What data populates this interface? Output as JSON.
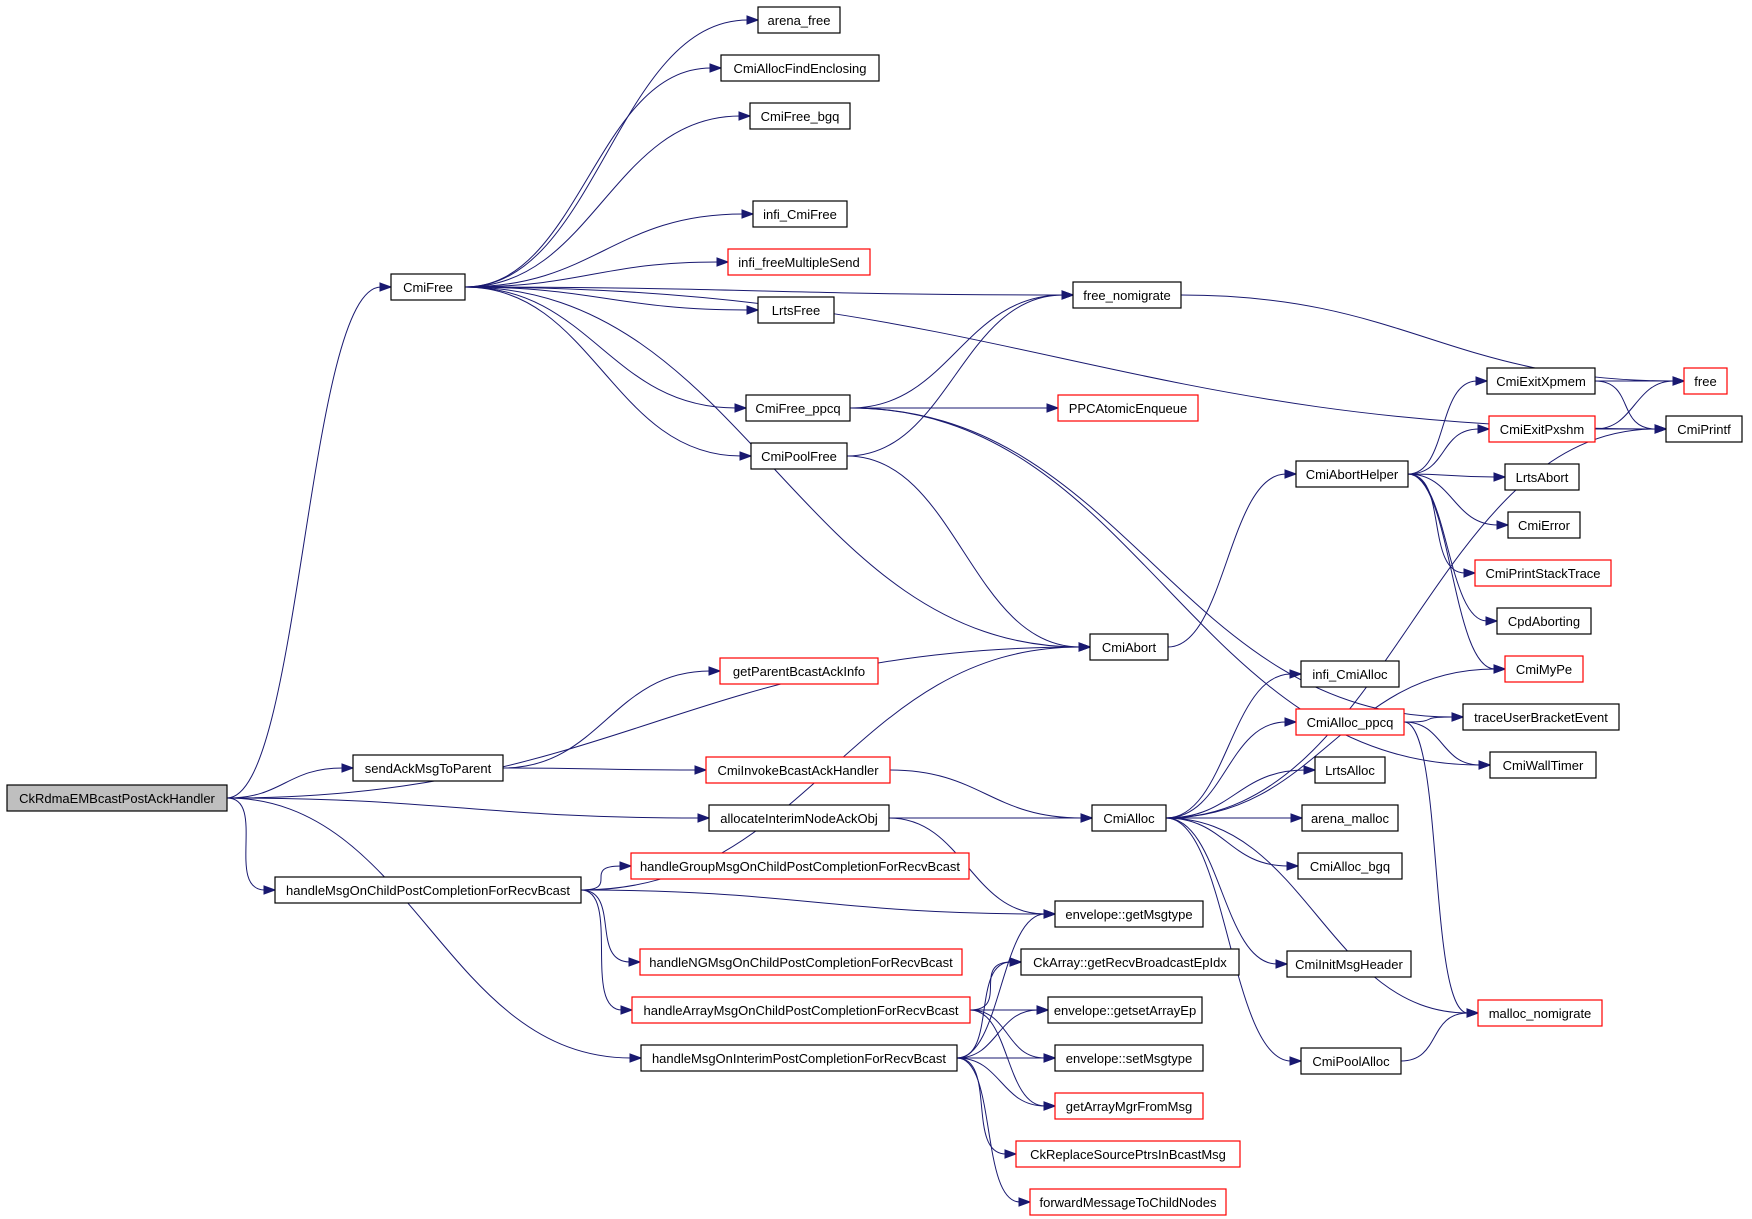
{
  "title": "Call graph of CkRdmaEMBcastPostAckHandler",
  "colors": {
    "edge": "#191970",
    "node_border": "#000000",
    "incomplete_border": "#ff0000",
    "root_fill": "#bfbfbf"
  },
  "nodes": [
    {
      "id": "root",
      "label": "CkRdmaEMBcastPostAckHandler",
      "style": "root"
    },
    {
      "id": "CmiFree",
      "label": "CmiFree",
      "style": "normal"
    },
    {
      "id": "arena_free",
      "label": "arena_free",
      "style": "normal"
    },
    {
      "id": "CmiAllocFindEnclosing",
      "label": "CmiAllocFindEnclosing",
      "style": "normal"
    },
    {
      "id": "CmiFree_bgq",
      "label": "CmiFree_bgq",
      "style": "normal"
    },
    {
      "id": "infi_CmiFree",
      "label": "infi_CmiFree",
      "style": "normal"
    },
    {
      "id": "infi_freeMultipleSend",
      "label": "infi_freeMultipleSend",
      "style": "red"
    },
    {
      "id": "LrtsFree",
      "label": "LrtsFree",
      "style": "normal"
    },
    {
      "id": "free_nomigrate",
      "label": "free_nomigrate",
      "style": "normal"
    },
    {
      "id": "CmiFree_ppcq",
      "label": "CmiFree_ppcq",
      "style": "normal"
    },
    {
      "id": "PPCAtomicEnqueue",
      "label": "PPCAtomicEnqueue",
      "style": "red"
    },
    {
      "id": "CmiPoolFree",
      "label": "CmiPoolFree",
      "style": "normal"
    },
    {
      "id": "free",
      "label": "free",
      "style": "red"
    },
    {
      "id": "CmiPrintf",
      "label": "CmiPrintf",
      "style": "normal"
    },
    {
      "id": "CmiExitXpmem",
      "label": "CmiExitXpmem",
      "style": "normal"
    },
    {
      "id": "CmiExitPxshm",
      "label": "CmiExitPxshm",
      "style": "red"
    },
    {
      "id": "CmiAbortHelper",
      "label": "CmiAbortHelper",
      "style": "normal"
    },
    {
      "id": "LrtsAbort",
      "label": "LrtsAbort",
      "style": "normal"
    },
    {
      "id": "CmiError",
      "label": "CmiError",
      "style": "normal"
    },
    {
      "id": "CmiPrintStackTrace",
      "label": "CmiPrintStackTrace",
      "style": "red"
    },
    {
      "id": "CpdAborting",
      "label": "CpdAborting",
      "style": "normal"
    },
    {
      "id": "CmiAbort",
      "label": "CmiAbort",
      "style": "normal"
    },
    {
      "id": "CmiMyPe",
      "label": "CmiMyPe",
      "style": "red"
    },
    {
      "id": "getParentBcastAckInfo",
      "label": "getParentBcastAckInfo",
      "style": "red"
    },
    {
      "id": "infi_CmiAlloc",
      "label": "infi_CmiAlloc",
      "style": "normal"
    },
    {
      "id": "CmiAlloc_ppcq",
      "label": "CmiAlloc_ppcq",
      "style": "red"
    },
    {
      "id": "traceUserBracketEvent",
      "label": "traceUserBracketEvent",
      "style": "normal"
    },
    {
      "id": "sendAckMsgToParent",
      "label": "sendAckMsgToParent",
      "style": "normal"
    },
    {
      "id": "CmiInvokeBcastAckHandler",
      "label": "CmiInvokeBcastAckHandler",
      "style": "red"
    },
    {
      "id": "LrtsAlloc",
      "label": "LrtsAlloc",
      "style": "normal"
    },
    {
      "id": "CmiWallTimer",
      "label": "CmiWallTimer",
      "style": "normal"
    },
    {
      "id": "allocateInterimNodeAckObj",
      "label": "allocateInterimNodeAckObj",
      "style": "normal"
    },
    {
      "id": "CmiAlloc",
      "label": "CmiAlloc",
      "style": "normal"
    },
    {
      "id": "arena_malloc",
      "label": "arena_malloc",
      "style": "normal"
    },
    {
      "id": "handleGroupMsg",
      "label": "handleGroupMsgOnChildPostCompletionForRecvBcast",
      "style": "red"
    },
    {
      "id": "CmiAlloc_bgq",
      "label": "CmiAlloc_bgq",
      "style": "normal"
    },
    {
      "id": "handleMsgOnChild",
      "label": "handleMsgOnChildPostCompletionForRecvBcast",
      "style": "normal"
    },
    {
      "id": "getMsgtype",
      "label": "envelope::getMsgtype",
      "style": "normal"
    },
    {
      "id": "handleNGMsg",
      "label": "handleNGMsgOnChildPostCompletionForRecvBcast",
      "style": "red"
    },
    {
      "id": "getRecvBroadcastEpIdx",
      "label": "CkArray::getRecvBroadcastEpIdx",
      "style": "normal"
    },
    {
      "id": "CmiInitMsgHeader",
      "label": "CmiInitMsgHeader",
      "style": "normal"
    },
    {
      "id": "handleArrayMsg",
      "label": "handleArrayMsgOnChildPostCompletionForRecvBcast",
      "style": "red"
    },
    {
      "id": "getsetArrayEp",
      "label": "envelope::getsetArrayEp",
      "style": "normal"
    },
    {
      "id": "malloc_nomigrate",
      "label": "malloc_nomigrate",
      "style": "red"
    },
    {
      "id": "handleMsgOnInterim",
      "label": "handleMsgOnInterimPostCompletionForRecvBcast",
      "style": "normal"
    },
    {
      "id": "setMsgtype",
      "label": "envelope::setMsgtype",
      "style": "normal"
    },
    {
      "id": "CmiPoolAlloc",
      "label": "CmiPoolAlloc",
      "style": "normal"
    },
    {
      "id": "getArrayMgrFromMsg",
      "label": "getArrayMgrFromMsg",
      "style": "red"
    },
    {
      "id": "CkReplaceSourcePtrs",
      "label": "CkReplaceSourcePtrsInBcastMsg",
      "style": "red"
    },
    {
      "id": "forwardMessage",
      "label": "forwardMessageToChildNodes",
      "style": "red"
    }
  ],
  "edges": [
    [
      "root",
      "CmiFree"
    ],
    [
      "root",
      "CmiAbort"
    ],
    [
      "root",
      "sendAckMsgToParent"
    ],
    [
      "root",
      "allocateInterimNodeAckObj"
    ],
    [
      "root",
      "handleMsgOnChild"
    ],
    [
      "root",
      "handleMsgOnInterim"
    ],
    [
      "CmiFree",
      "arena_free"
    ],
    [
      "CmiFree",
      "CmiAllocFindEnclosing"
    ],
    [
      "CmiFree",
      "CmiFree_bgq"
    ],
    [
      "CmiFree",
      "free_nomigrate"
    ],
    [
      "CmiFree",
      "infi_CmiFree"
    ],
    [
      "CmiFree",
      "infi_freeMultipleSend"
    ],
    [
      "CmiFree",
      "LrtsFree"
    ],
    [
      "CmiFree",
      "CmiPrintf"
    ],
    [
      "CmiFree",
      "CmiFree_ppcq"
    ],
    [
      "CmiFree",
      "CmiPoolFree"
    ],
    [
      "CmiFree",
      "CmiAbort"
    ],
    [
      "free_nomigrate",
      "free"
    ],
    [
      "CmiFree_ppcq",
      "free_nomigrate"
    ],
    [
      "CmiFree_ppcq",
      "PPCAtomicEnqueue"
    ],
    [
      "CmiFree_ppcq",
      "traceUserBracketEvent"
    ],
    [
      "CmiFree_ppcq",
      "CmiWallTimer"
    ],
    [
      "CmiPoolFree",
      "free_nomigrate"
    ],
    [
      "CmiPoolFree",
      "CmiAbort"
    ],
    [
      "CmiAbort",
      "CmiAbortHelper"
    ],
    [
      "CmiAbortHelper",
      "CmiExitXpmem"
    ],
    [
      "CmiAbortHelper",
      "CmiExitPxshm"
    ],
    [
      "CmiAbortHelper",
      "LrtsAbort"
    ],
    [
      "CmiAbortHelper",
      "CmiError"
    ],
    [
      "CmiAbortHelper",
      "CmiPrintStackTrace"
    ],
    [
      "CmiAbortHelper",
      "CpdAborting"
    ],
    [
      "CmiAbortHelper",
      "CmiMyPe"
    ],
    [
      "CmiExitXpmem",
      "free"
    ],
    [
      "CmiExitXpmem",
      "CmiPrintf"
    ],
    [
      "CmiExitPxshm",
      "free"
    ],
    [
      "CmiExitPxshm",
      "CmiPrintf"
    ],
    [
      "sendAckMsgToParent",
      "getParentBcastAckInfo"
    ],
    [
      "sendAckMsgToParent",
      "CmiInvokeBcastAckHandler"
    ],
    [
      "CmiInvokeBcastAckHandler",
      "CmiAlloc"
    ],
    [
      "allocateInterimNodeAckObj",
      "CmiAlloc"
    ],
    [
      "allocateInterimNodeAckObj",
      "getMsgtype"
    ],
    [
      "CmiAlloc",
      "CmiMyPe"
    ],
    [
      "CmiAlloc",
      "infi_CmiAlloc"
    ],
    [
      "CmiAlloc",
      "CmiAlloc_ppcq"
    ],
    [
      "CmiAlloc",
      "LrtsAlloc"
    ],
    [
      "CmiAlloc",
      "arena_malloc"
    ],
    [
      "CmiAlloc",
      "CmiAlloc_bgq"
    ],
    [
      "CmiAlloc",
      "CmiPrintf"
    ],
    [
      "CmiAlloc",
      "CmiInitMsgHeader"
    ],
    [
      "CmiAlloc",
      "malloc_nomigrate"
    ],
    [
      "CmiAlloc",
      "CmiPoolAlloc"
    ],
    [
      "CmiAlloc_ppcq",
      "traceUserBracketEvent"
    ],
    [
      "CmiAlloc_ppcq",
      "CmiWallTimer"
    ],
    [
      "CmiAlloc_ppcq",
      "malloc_nomigrate"
    ],
    [
      "CmiPoolAlloc",
      "malloc_nomigrate"
    ],
    [
      "handleMsgOnChild",
      "CmiAbort"
    ],
    [
      "handleMsgOnChild",
      "handleGroupMsg"
    ],
    [
      "handleMsgOnChild",
      "getMsgtype"
    ],
    [
      "handleMsgOnChild",
      "handleNGMsg"
    ],
    [
      "handleMsgOnChild",
      "handleArrayMsg"
    ],
    [
      "handleArrayMsg",
      "getRecvBroadcastEpIdx"
    ],
    [
      "handleArrayMsg",
      "getsetArrayEp"
    ],
    [
      "handleArrayMsg",
      "setMsgtype"
    ],
    [
      "handleArrayMsg",
      "getArrayMgrFromMsg"
    ],
    [
      "handleMsgOnInterim",
      "getMsgtype"
    ],
    [
      "handleMsgOnInterim",
      "getRecvBroadcastEpIdx"
    ],
    [
      "handleMsgOnInterim",
      "getsetArrayEp"
    ],
    [
      "handleMsgOnInterim",
      "setMsgtype"
    ],
    [
      "handleMsgOnInterim",
      "getArrayMgrFromMsg"
    ],
    [
      "handleMsgOnInterim",
      "CkReplaceSourcePtrs"
    ],
    [
      "handleMsgOnInterim",
      "forwardMessage"
    ]
  ]
}
